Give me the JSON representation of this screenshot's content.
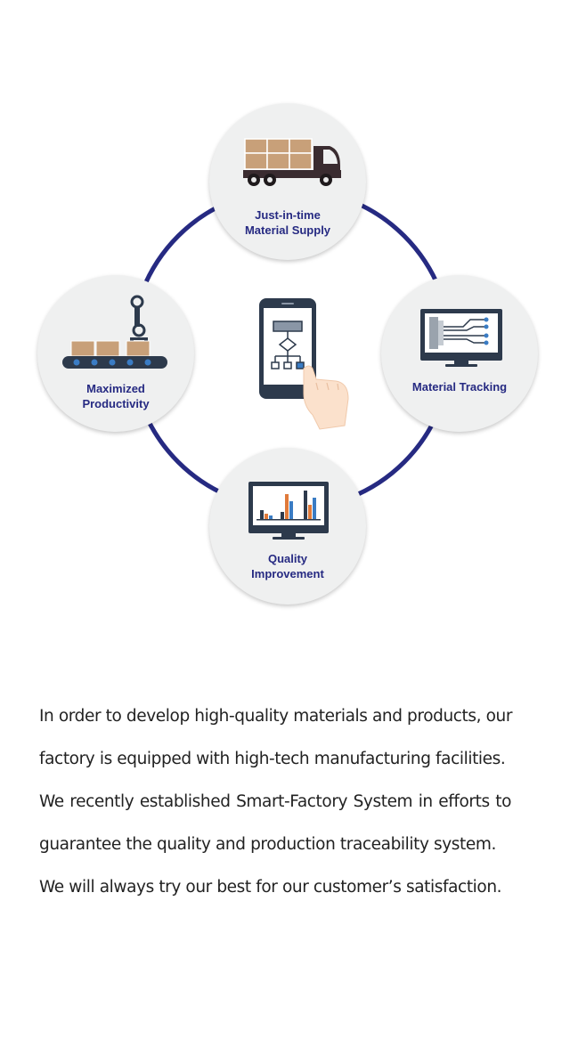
{
  "diagram": {
    "nodes": {
      "supply": {
        "label_line1": "Just-in-time",
        "label_line2": "Material Supply",
        "icon": "delivery-truck-icon"
      },
      "tracking": {
        "label_line1": "Material Tracking",
        "icon": "monitor-flowchart-icon"
      },
      "productivity": {
        "label_line1": "Maximized",
        "label_line2": "Productivity",
        "icon": "robot-arm-conveyor-icon"
      },
      "quality": {
        "label_line1": "Quality",
        "label_line2": "Improvement",
        "icon": "monitor-bar-chart-icon"
      }
    },
    "center_icon": "smartphone-touch-icon",
    "colors": {
      "ring": "#262a82",
      "label": "#262a82",
      "node_bg": "#eff0f0",
      "box": "#c8a079",
      "screen": "#2d3a4c",
      "accent_blue": "#3a7cc4",
      "accent_orange": "#e07a3a"
    }
  },
  "body_text": {
    "line1": "In order to develop high-quality materials and products, our",
    "line2": "factory is equipped with high-tech manufacturing facilities.",
    "line3": "We recently established Smart-Factory System in efforts to",
    "line4": "guarantee the quality and production traceability system.",
    "line5": "We will always try our best for our customer’s satisfaction."
  }
}
